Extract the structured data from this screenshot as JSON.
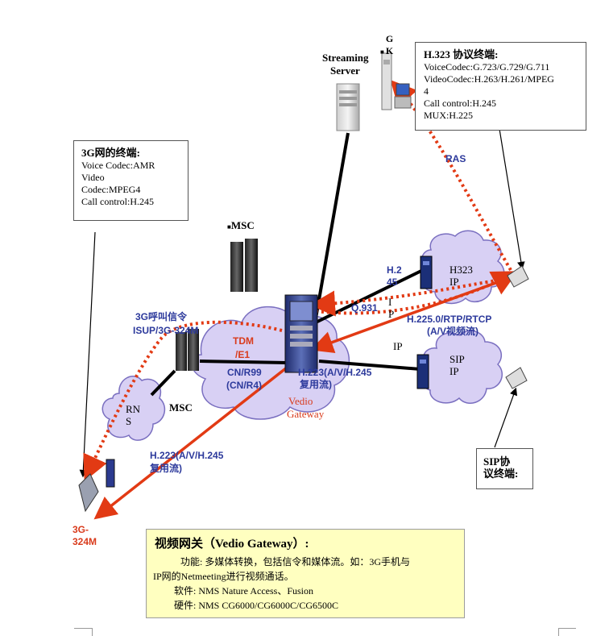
{
  "labels": {
    "gk": "G\nK",
    "streaming": "Streaming",
    "server": "Server",
    "msc_top": "MSC",
    "msc_left": "MSC",
    "rns": "RN\nS",
    "tdm": "TDM",
    "e1": "/E1",
    "cn_r99": "CN/R99",
    "cn_r4": "(CN/R4)",
    "h323_ip": "H323\nIP",
    "sip_ip": "SIP\nIP",
    "ip_vertical": "I\nP",
    "ip": "IP",
    "gateway_line1": "Vedio",
    "gateway_line2": "Gateway",
    "ras": "RAS",
    "h245_vertical": "H.2\n45",
    "q931": "Q.931",
    "h2250": "H.225.0/RTP/RTCP",
    "av_stream": "(A/V视频流)",
    "h223_gw_1": "H.223(A/V/H.245",
    "h223_gw_2": "复用流)",
    "h223_left_1": "H.223(A/V/H.245",
    "h223_left_2": "复用流)",
    "sig_3g_1": "3G呼叫信令",
    "sig_3g_2": "ISUP/3G-324M",
    "term_3g324m": "3G-\n324M"
  },
  "h323_box": {
    "title": "H.323 协议终端:",
    "lines": [
      "VoiceCodec:G.723/G.729/G.711",
      "VideoCodec:H.263/H.261/MPEG",
      "4",
      "Call control:H.245",
      "MUX:H.225"
    ]
  },
  "g3_box": {
    "title": "3G网的终端:",
    "lines": [
      "Voice Codec:AMR",
      "Video",
      "Codec:MPEG4",
      "Call control:H.245"
    ]
  },
  "sip_box": {
    "line1": "SIP协",
    "line2": "议终端:"
  },
  "gateway_box": {
    "title": "视频网关（Vedio Gateway）:",
    "function_line1": "功能: 多媒体转换，包括信令和媒体流。如：3G手机与",
    "function_line2": "IP网的Netmeeting进行视频通话。",
    "software": "软件: NMS Nature Access、Fusion",
    "hardware": "硬件: NMS CG6000/CG6000C/CG6500C"
  },
  "colors": {
    "signal_red": "#e23a14",
    "protocol_blue": "#2d3a9c",
    "cloud_fill": "#d8d0f4",
    "cloud_stroke": "#7a6fc0",
    "gateway_box_fill": "#ffffc0"
  }
}
